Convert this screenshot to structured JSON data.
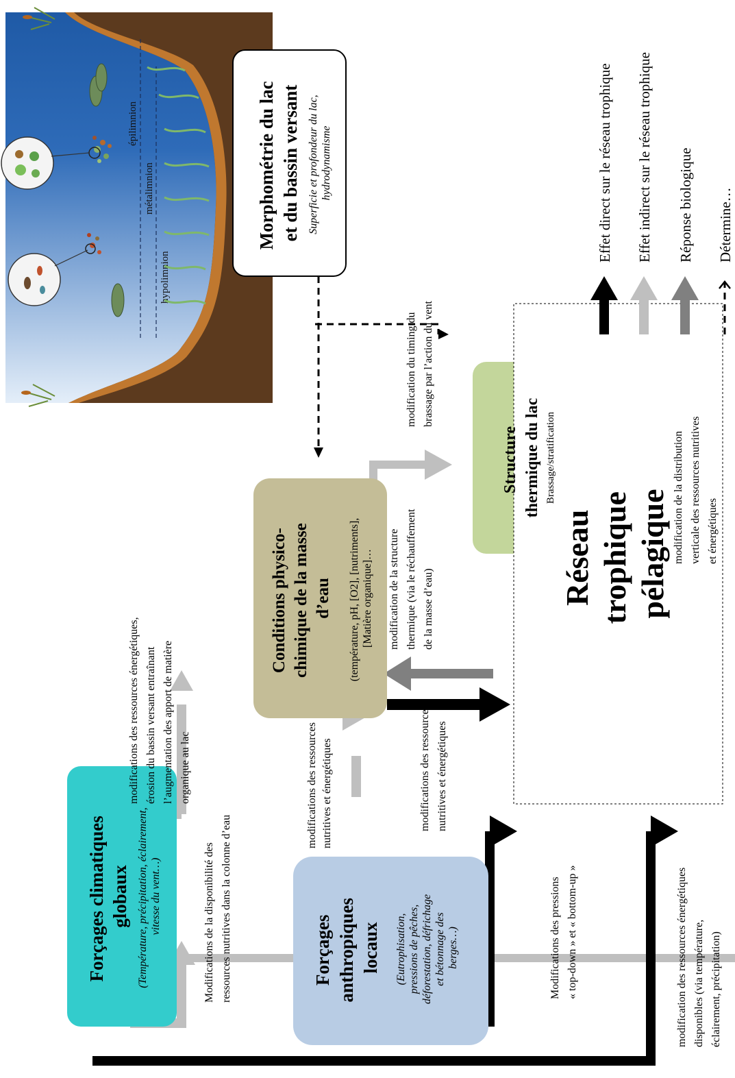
{
  "boxes": {
    "climate": {
      "title": [
        "Forçages climatiques",
        "globaux"
      ],
      "subtitle": [
        "(Température, précipitation, éclairement,",
        "vitesse du vent…)"
      ]
    },
    "anthropic": {
      "title": [
        "Forçages",
        "anthropiques",
        "locaux"
      ],
      "subtitle": [
        "(Eutrophisation,",
        "pressions de pêches,",
        "déforestation, défrichage",
        "et bétonnage des",
        "berges…)"
      ]
    },
    "physchem": {
      "title": [
        "Conditions physico-",
        "chimique de la masse",
        "d’eau"
      ],
      "subtitle": [
        "(température, pH, [O2], [nutriments],",
        "[Matière organique]…"
      ]
    },
    "thermal": {
      "title": [
        "Structure",
        "thermique du lac"
      ],
      "subtitle": [
        "Brassage/stratification"
      ]
    },
    "morpho": {
      "title": [
        "Morphométrie du lac",
        "et du bassin versant"
      ],
      "subtitle": [
        "Superficie et profondeur du lac,",
        "hydrodynamisme"
      ]
    },
    "foodweb": {
      "title": [
        "Réseau",
        "trophique",
        "pélagique"
      ]
    }
  },
  "annotations": {
    "climate_to_physchem": [
      "modifications des ressources énergétiques,",
      "érosion du bassin versant entraînant",
      "l’augmentation des apport de matière",
      "organique au lac"
    ],
    "climate_to_anthropic": [
      "Modifications de la disponibilité des",
      "ressources nutritives dans la colonne d’eau"
    ],
    "anthropic_to_physchem": [
      "modifications des ressources",
      "nutritives et énergétiques"
    ],
    "physchem_to_foodweb": [
      "modifications des ressources",
      "nutritives et énergétiques"
    ],
    "physchem_to_thermal": [
      "modification de la structure",
      "thermique (via le réchauffement",
      "de la masse d’eau)"
    ],
    "wind_timing": [
      "modification du timing du",
      "brassage par l’action du vent"
    ],
    "thermal_to_foodweb": [
      "modification de la distribution",
      "verticale des ressources nutritives",
      "et énergétiques"
    ],
    "anthropic_to_foodweb": [
      "Modifications des pressions",
      "« top-down » et « bottom-up »"
    ],
    "climate_to_foodweb": [
      "modification des ressources énergétiques",
      "disponibles (via température,",
      "éclairement, précipitation)"
    ]
  },
  "lake_layers": [
    "épilimnion",
    "métalimnion",
    "hypolimnion"
  ],
  "legend": [
    {
      "label": "Effet direct sur le réseau trophique",
      "color": "#000000",
      "style": "solid"
    },
    {
      "label": "Effet indirect sur le réseau trophique",
      "color": "#bfbfbf",
      "style": "solid"
    },
    {
      "label": "Réponse biologique",
      "color": "#808080",
      "style": "solid"
    },
    {
      "label": "Détermine…",
      "color": "#000000",
      "style": "dashed"
    }
  ],
  "colors": {
    "climate_box": "#33cccc",
    "anthropic_box": "#b8cce4",
    "physchem_box": "#c4bd97",
    "thermal_box": "#c3d69b",
    "lake_water_top": "#dbe8f7",
    "lake_water_bottom": "#2e6bb8",
    "soil": "#5c3a1e",
    "sediment": "#c0782f",
    "direct": "#000000",
    "indirect": "#bfbfbf",
    "response": "#808080"
  },
  "icons": [
    "fish-icon",
    "phytoplankton-icon",
    "zooplankton-icon",
    "reed-icon",
    "aquatic-plant-icon"
  ]
}
